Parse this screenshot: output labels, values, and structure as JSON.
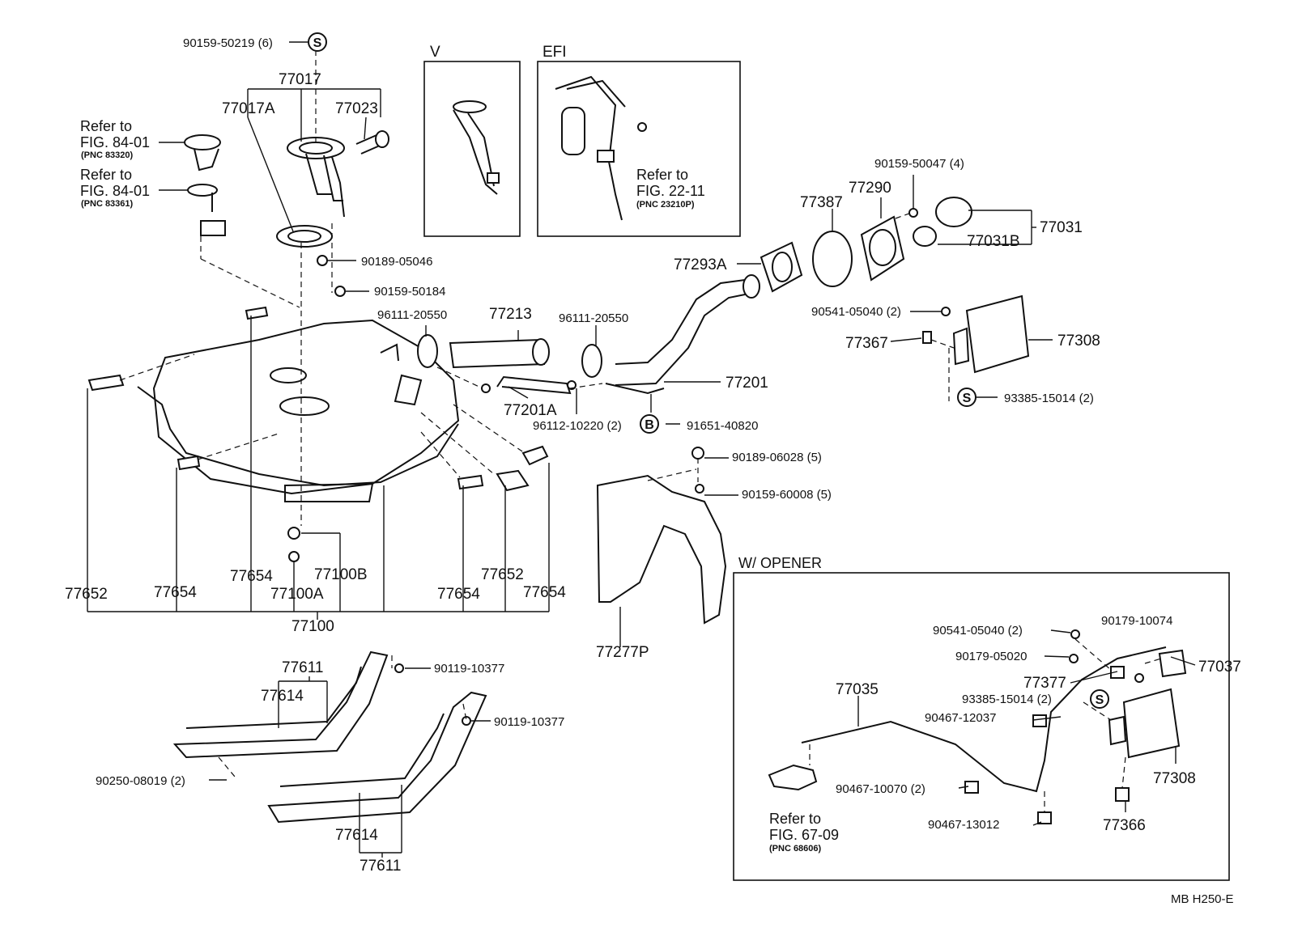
{
  "labels": {
    "p90159_50219": "90159-50219 (6)",
    "p77017": "77017",
    "p77017A": "77017A",
    "p77023": "77023",
    "ref1": "Refer to",
    "fig1": "FIG. 84-01",
    "pnc1": "(PNC 83320)",
    "ref2": "Refer to",
    "fig2": "FIG. 84-01",
    "pnc2": "(PNC 83361)",
    "p90189_05046": "90189-05046",
    "p90159_50184": "90159-50184",
    "boxV": "V",
    "boxEFI": "EFI",
    "ref3": "Refer to",
    "fig3": "FIG. 22-11",
    "pnc3": "(PNC 23210P)",
    "p90159_50047": "90159-50047 (4)",
    "p77290": "77290",
    "p77387": "77387",
    "p77031": "77031",
    "p77031B": "77031B",
    "p77293A": "77293A",
    "p90541_05040a": "90541-05040 (2)",
    "p77367": "77367",
    "p77308a": "77308",
    "p93385_15014a": "93385-15014 (2)",
    "p96111_20550a": "96111-20550",
    "p77213": "77213",
    "p96111_20550b": "96111-20550",
    "p77201": "77201",
    "p77201A": "77201A",
    "p96112_10220": "96112-10220 (2)",
    "p91651_40820": "91651-40820",
    "p90189_06028": "90189-06028 (5)",
    "p90159_60008": "90159-60008 (5)",
    "p77652a": "77652",
    "p77654a": "77654",
    "p77654b": "77654",
    "p77100B": "77100B",
    "p77100A": "77100A",
    "p77100": "77100",
    "p77654c": "77654",
    "p77652b": "77652",
    "p77654d": "77654",
    "p77277P": "77277P",
    "wOpener": "W/ OPENER",
    "p77611a": "77611",
    "p77614a": "77614",
    "p90119_10377a": "90119-10377",
    "p90119_10377b": "90119-10377",
    "p90250_08019": "90250-08019 (2)",
    "p77614b": "77614",
    "p77611b": "77611",
    "p90541_05040b": "90541-05040 (2)",
    "p90179_10074": "90179-10074",
    "p90179_05020": "90179-05020",
    "p77037": "77037",
    "p77035": "77035",
    "p77377": "77377",
    "p93385_15014b": "93385-15014 (2)",
    "p90467_12037": "90467-12037",
    "p77308b": "77308",
    "p90467_10070": "90467-10070 (2)",
    "p90467_13012": "90467-13012",
    "p77366": "77366",
    "ref4": "Refer to",
    "fig4": "FIG. 67-09",
    "pnc4": "(PNC 68606)",
    "footer": "MB  H250-E",
    "symS": "S",
    "symB": "B"
  }
}
